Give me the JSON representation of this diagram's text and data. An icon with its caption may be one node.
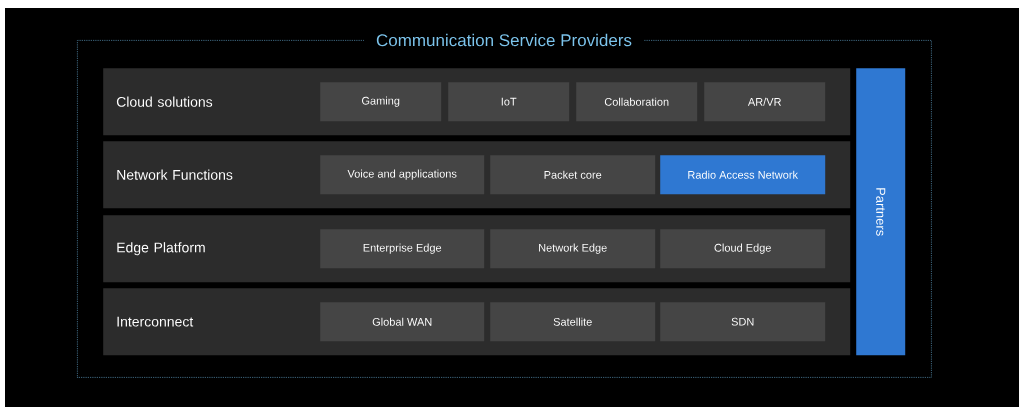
{
  "diagram": {
    "nodes": [
      {
        "text": [
          "Communication Service Providers"
        ]
      },
      {
        "text": [
          "Cloud solutions"
        ],
        "in": 0
      },
      {
        "text": [
          "Gaming"
        ],
        "in": 1
      },
      {
        "text": [
          "IoT"
        ],
        "in": 1
      },
      {
        "text": [
          "Collaboration"
        ],
        "in": 1
      },
      {
        "text": [
          "AR/VR"
        ],
        "in": 1
      },
      {
        "text": [
          "Network Functions"
        ],
        "in": 0
      },
      {
        "text": [
          "Voice and applications"
        ],
        "in": 6
      },
      {
        "text": [
          "Packet core"
        ],
        "in": 6
      },
      {
        "text": [
          "Radio Access Network"
        ],
        "in": 6
      },
      {
        "text": [
          "Edge Platform"
        ],
        "in": 0
      },
      {
        "text": [
          "Enterprise Edge"
        ],
        "in": 10
      },
      {
        "text": [
          "Network Edge"
        ],
        "in": 10
      },
      {
        "text": [
          "Cloud Edge"
        ],
        "in": 10
      },
      {
        "text": [
          "Interconnect"
        ],
        "in": 0
      },
      {
        "text": [
          "Global WAN"
        ],
        "in": 14
      },
      {
        "text": [
          "Satellite"
        ],
        "in": 14
      },
      {
        "text": [
          "SDN"
        ],
        "in": 14
      },
      {
        "text": [
          "Partners"
        ],
        "in": 0
      }
    ]
  }
}
